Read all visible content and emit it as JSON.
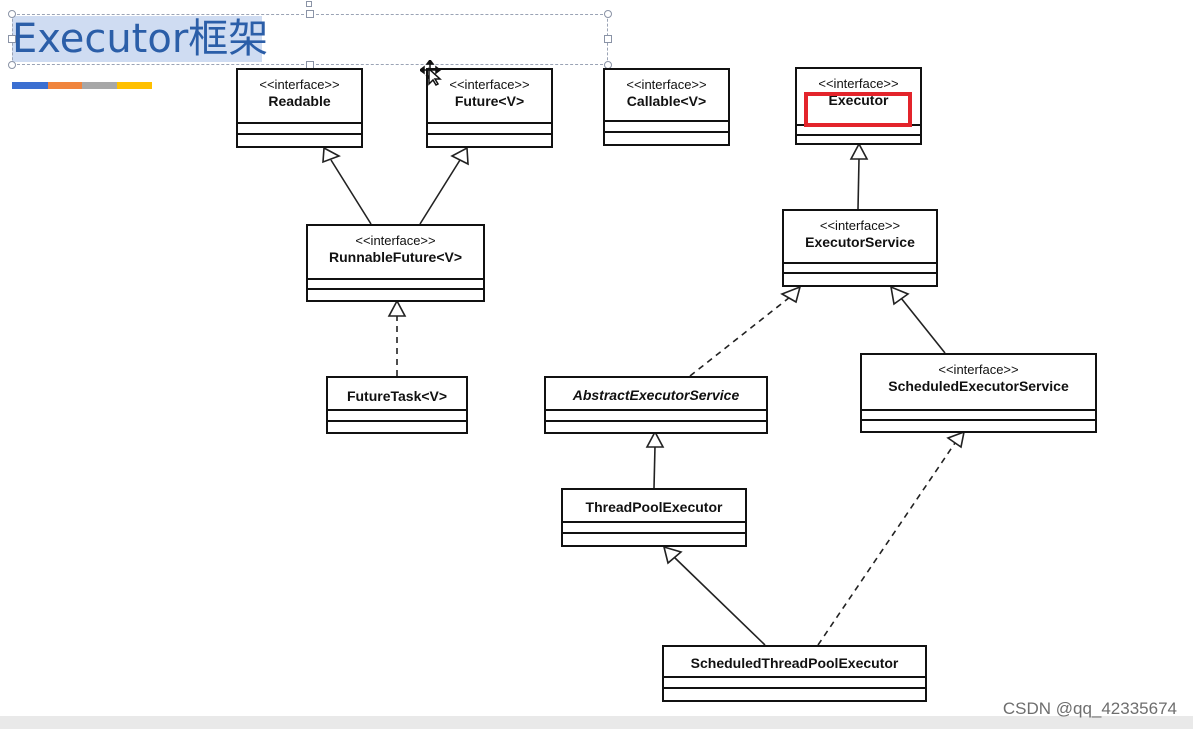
{
  "slide": {
    "title": "Executor框架",
    "accent_colors": [
      "#3b6fd1",
      "#f0843c",
      "#a7a7a7",
      "#ffc000"
    ]
  },
  "diagram": {
    "stereotype": "<<interface>>",
    "nodes": {
      "readable": {
        "name": "Readable"
      },
      "future": {
        "name": "Future<V>"
      },
      "callable": {
        "name": "Callable<V>"
      },
      "executor": {
        "name": "Executor"
      },
      "runnable_future": {
        "name": "RunnableFuture<V>"
      },
      "executor_service": {
        "name": "ExecutorService"
      },
      "future_task": {
        "name": "FutureTask<V>"
      },
      "abstract_executor_service": {
        "name": "AbstractExecutorService"
      },
      "scheduled_executor_service": {
        "name": "ScheduledExecutorService"
      },
      "thread_pool_executor": {
        "name": "ThreadPoolExecutor"
      },
      "scheduled_thread_pool_executor": {
        "name": "ScheduledThreadPoolExecutor"
      }
    },
    "highlight_color": "#e3242b"
  },
  "watermark": "CSDN @qq_42335674"
}
